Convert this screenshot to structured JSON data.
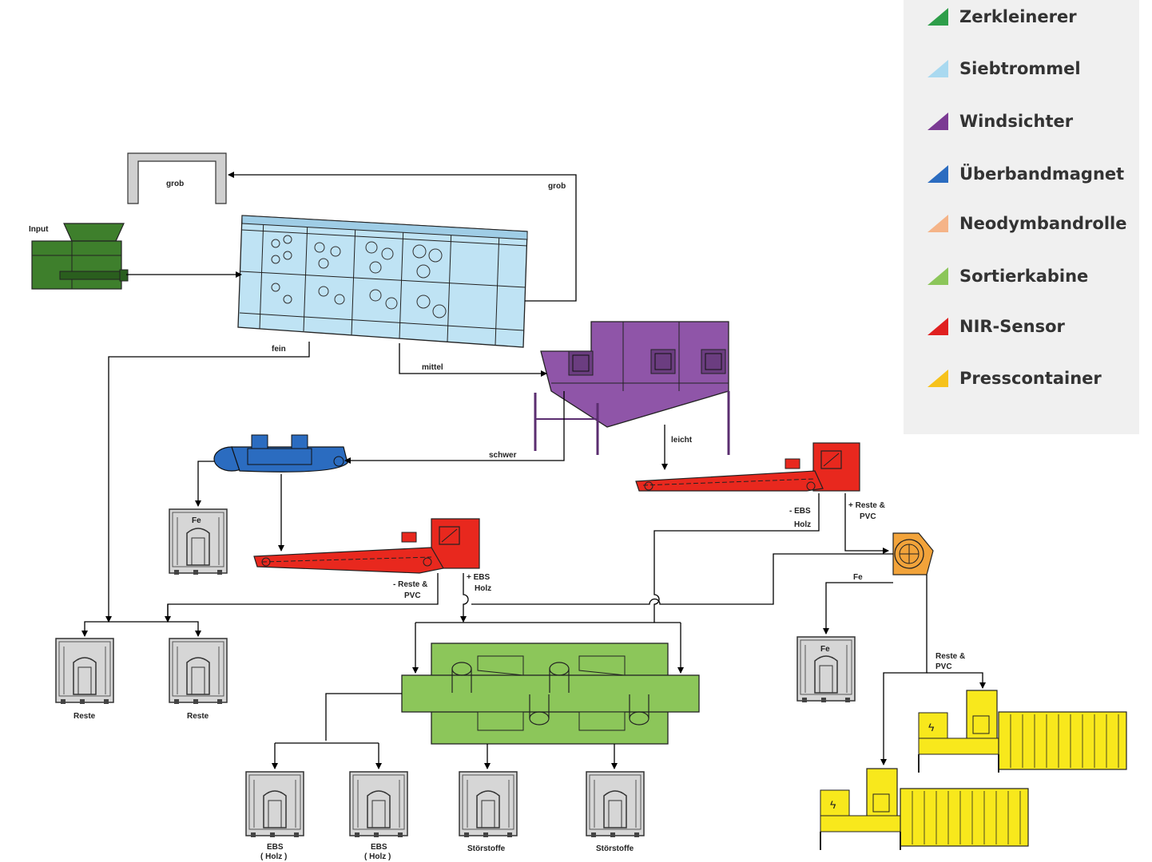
{
  "legend": {
    "items": [
      {
        "label": "Zerkleinerer",
        "color": "#2e9e4a"
      },
      {
        "label": "Siebtrommel",
        "color": "#a9d9f0"
      },
      {
        "label": "Windsichter",
        "color": "#7b3a93"
      },
      {
        "label": "Überbandmagnet",
        "color": "#2b6cc0"
      },
      {
        "label": "Neodymbandrolle",
        "color": "#f5b488"
      },
      {
        "label": "Sortierkabine",
        "color": "#8cc65a"
      },
      {
        "label": "NIR-Sensor",
        "color": "#e02020"
      },
      {
        "label": "Presscontainer",
        "color": "#f6c21c"
      }
    ]
  },
  "labels": {
    "input": "Input",
    "grob_box": "grob",
    "grob_line": "grob",
    "fein": "fein",
    "mittel": "mittel",
    "leicht": "leicht",
    "schwer": "schwer",
    "ebs_holz_minus_1": "- EBS",
    "ebs_holz_minus_2": "Holz",
    "reste_pvc_plus_1": "+ Reste &",
    "reste_pvc_plus_2": "PVC",
    "reste_pvc_minus_1": "- Reste &",
    "reste_pvc_minus_2": "PVC",
    "ebs_holz_plus_1": "+ EBS",
    "ebs_holz_plus_2": "Holz",
    "fe_line": "Fe",
    "reste_pvc_line_1": "Reste &",
    "reste_pvc_line_2": "PVC"
  },
  "bins": {
    "fe_magnet": "Fe",
    "fe_neodym": "Fe",
    "reste_1": "Reste",
    "reste_2": "Reste",
    "ebs_1_line1": "EBS",
    "ebs_1_line2": "( Holz )",
    "ebs_2_line1": "EBS",
    "ebs_2_line2": "( Holz )",
    "stoer_1": "Störstoffe",
    "stoer_2": "Störstoffe"
  },
  "colors": {
    "shredder": "#3e7f2c",
    "drum": "#bfe3f4",
    "windsifter": "#8f55a8",
    "magnet": "#2b6cc0",
    "nir": "#e8281e",
    "neodym": "#f2a33a",
    "cabin": "#8cc65a",
    "press": "#f8e81c",
    "bin": "#d6d6d6"
  }
}
